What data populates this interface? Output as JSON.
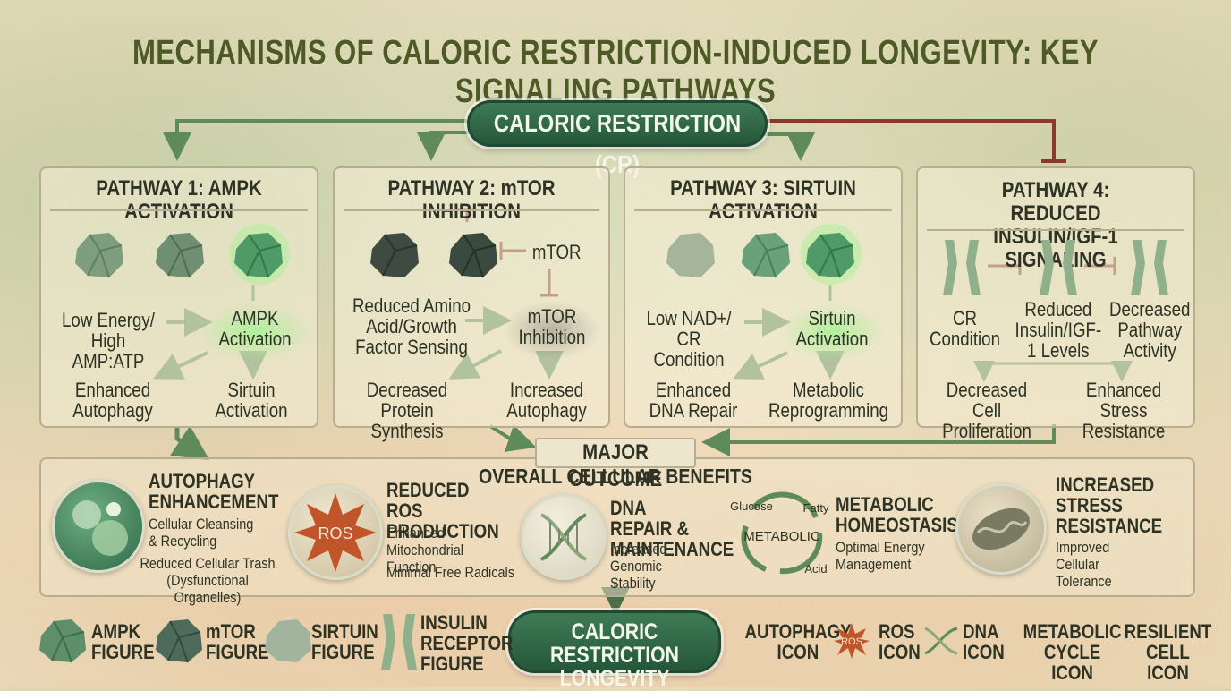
{
  "title": "MECHANISMS OF CALORIC RESTRICTION-INDUCED LONGEVITY: KEY SIGNALING PATHWAYS",
  "top_node": "CALORIC RESTRICTION (CR)",
  "pathways": [
    {
      "title": "PATHWAY 1: AMPK ACTIVATION",
      "input": "Low Energy/ High AMP:ATP",
      "active": "AMPK Activation",
      "out_left": "Enhanced Autophagy",
      "out_right": "Sirtuin Activation"
    },
    {
      "title": "PATHWAY 2: mTOR INHIBITION",
      "inhibitor_label": "mTOR",
      "input": "Reduced Amino Acid/Growth Factor Sensing",
      "active": "mTOR Inhibition",
      "out_left": "Decreased Protein Synthesis",
      "out_right": "Increased Autophagy"
    },
    {
      "title": "PATHWAY 3: SIRTUIN ACTIVATION",
      "input": "Low NAD+/ CR Condition",
      "active": "Sirtuin Activation",
      "out_left": "Enhanced DNA Repair",
      "out_right": "Metabolic Reprogramming"
    },
    {
      "title": "PATHWAY 4: REDUCED INSULIN/IGF-1 SIGNALING",
      "step1": "CR Condition",
      "step2": "Reduced Insulin/IGF-1 Levels",
      "step3": "Decreased Pathway Activity",
      "out_left": "Decreased Cell Proliferation",
      "out_right": "Enhanced Stress Resistance"
    }
  ],
  "outcome": {
    "label": "MAJOR OUTCOME",
    "subtitle": "OVERALL CELLULAR BENEFITS",
    "benefits": [
      {
        "heading": "AUTOPHAGY ENHANCEMENT",
        "line1": "Cellular Cleansing & Recycling",
        "line2": "Reduced Cellular Trash (Dysfunctional Organelles)"
      },
      {
        "heading": "REDUCED ROS PRODUCTION",
        "icon_text": "ROS",
        "line1": "Enhanced Mitochondrial Function",
        "line2": "Minimal Free Radicals"
      },
      {
        "heading": "DNA REPAIR & MAINTENANCE",
        "line1": "Increased Genomic Stability"
      },
      {
        "heading": "METABOLIC HOMEOSTASIS",
        "icon_center": "METABOLIC",
        "icon_top_left": "Glucose",
        "icon_top_right": "Fatty",
        "icon_bottom": "Acid",
        "line1": "Optimal Energy Management"
      },
      {
        "heading": "INCREASED STRESS RESISTANCE",
        "line1": "Improved Cellular Tolerance"
      }
    ]
  },
  "final_node": "CALORIC RESTRICTION LONGEVITY",
  "legend": {
    "ampk": "AMPK FIGURE",
    "mtor": "mTOR FIGURE",
    "sirtuin": "SIRTUIN FIGURE",
    "insulin": "INSULIN RECEPTOR FIGURE",
    "autophagy": "AUTOPHAGY ICON",
    "ros_badge": "ROS",
    "ros": "ROS ICON",
    "dna": "DNA ICON",
    "metabolic": "METABOLIC CYCLE ICON",
    "resilient": "RESILIENT CELL ICON"
  },
  "colors": {
    "accent_green": "#2f6a47",
    "arrow_green": "#5f8a5a",
    "inhibit_red": "#8a3a2a",
    "ros_orange": "#c0552c"
  }
}
